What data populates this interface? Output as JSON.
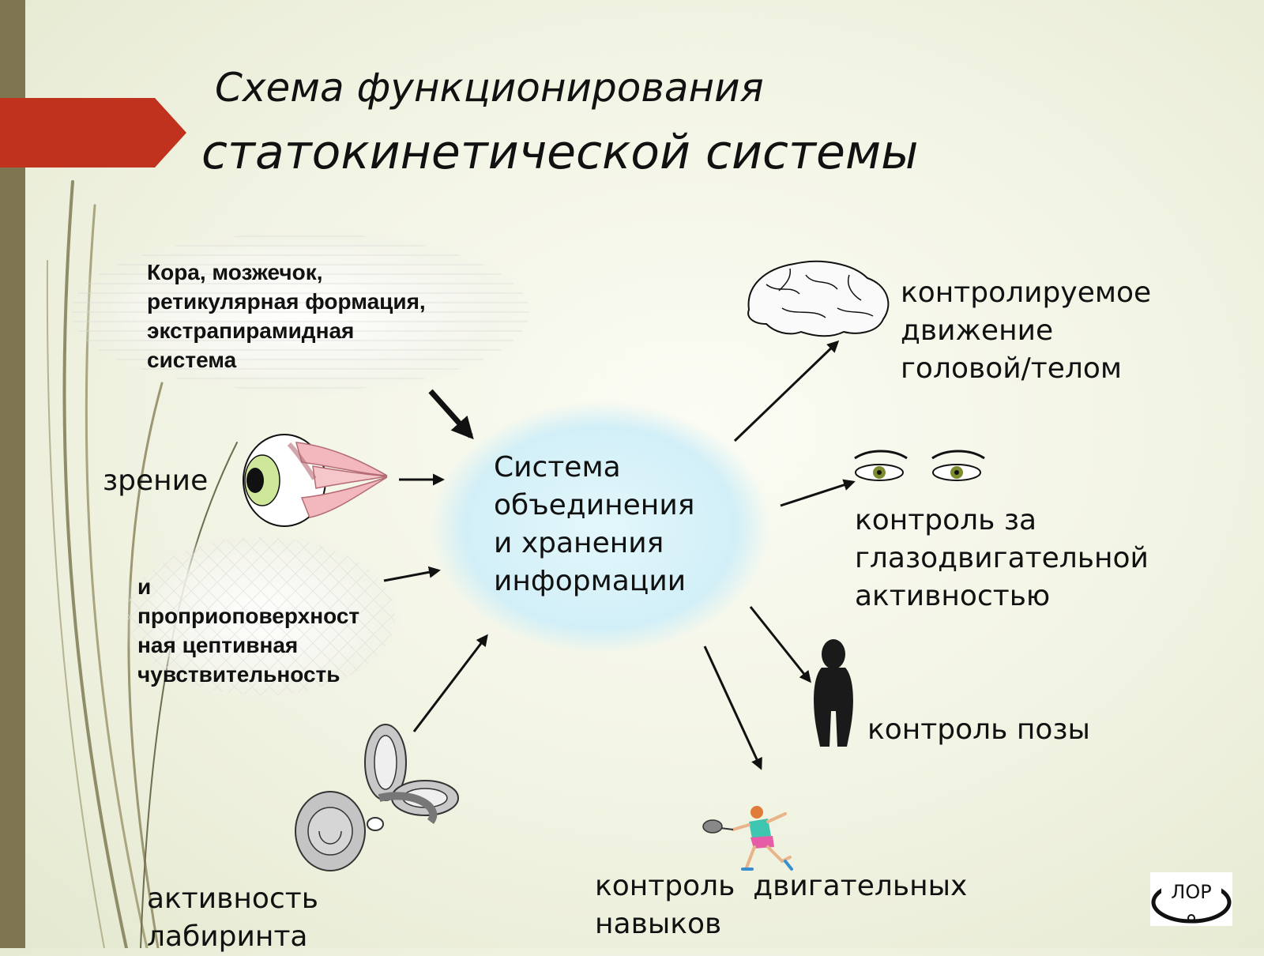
{
  "title": {
    "line1": "Схема функционирования",
    "line2": "статокинетической системы"
  },
  "inputs": {
    "cortex": "Кора, мозжечок,\nретикулярная формация,\nэкстрапирамидная\nсистема",
    "vision": "зрение",
    "proprio": "и\nпроприоповерхност\nная цептивная\nчувствительность",
    "labyrinth": "активность\nлабиринта"
  },
  "center": {
    "label": "Система\nобъединения\nи хранения\nинформации"
  },
  "outputs": {
    "head_body": "контролируемое\nдвижение\nголовой/телом",
    "eye": "контроль за\nглазодвигательной\nактивностью",
    "posture": "контроль позы",
    "motor_skills": "контроль  двигательных\nнавыков"
  },
  "logo": {
    "text": "ЛОР"
  },
  "colors": {
    "accent_red": "#c0321d",
    "sidebar": "#7d7651",
    "center_fill": "#d8f2f8",
    "arrow": "#111111"
  },
  "icons": [
    "brain-icon",
    "eyeball-icon",
    "eyes-icon",
    "person-silhouette-icon",
    "tennis-player-icon",
    "inner-ear-icon",
    "lor-logo-icon"
  ]
}
